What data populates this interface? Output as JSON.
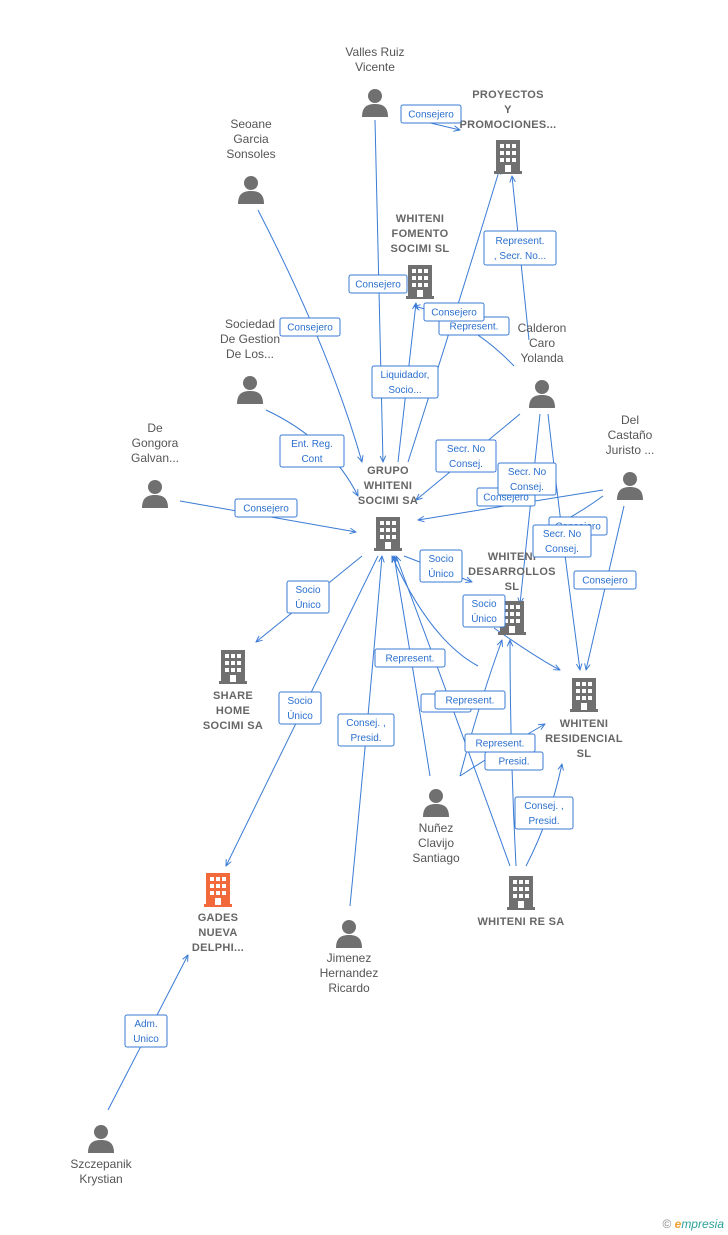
{
  "colors": {
    "edge": "#3a7bd5",
    "node": "#707070",
    "highlight": "#f26a3c"
  },
  "people": [
    {
      "id": "valles",
      "lines": [
        "Valles Ruiz",
        "Vicente"
      ]
    },
    {
      "id": "seoane",
      "lines": [
        "Seoane",
        "Garcia",
        "Sonsoles"
      ]
    },
    {
      "id": "sociedad",
      "lines": [
        "Sociedad",
        "De Gestion",
        "De Los..."
      ]
    },
    {
      "id": "degongora",
      "lines": [
        "De",
        "Gongora",
        "Galvan..."
      ]
    },
    {
      "id": "calderon",
      "lines": [
        "Calderon",
        "Caro",
        "Yolanda"
      ]
    },
    {
      "id": "delcastano",
      "lines": [
        "Del",
        "Castaño",
        "Juristo ..."
      ]
    },
    {
      "id": "nunez",
      "lines": [
        "Nuñez",
        "Clavijo",
        "Santiago"
      ]
    },
    {
      "id": "jimenez",
      "lines": [
        "Jimenez",
        "Hernandez",
        "Ricardo"
      ]
    },
    {
      "id": "szczepanik",
      "lines": [
        "Szczepanik",
        "Krystian"
      ]
    }
  ],
  "companies": [
    {
      "id": "proyectos",
      "lines": [
        "PROYECTOS",
        "Y",
        "PROMOCIONES..."
      ],
      "highlight": false
    },
    {
      "id": "fomento",
      "lines": [
        "WHITENI",
        "FOMENTO",
        "SOCIMI  SL"
      ],
      "highlight": false
    },
    {
      "id": "grupo",
      "lines": [
        "GRUPO",
        "WHITENI",
        "SOCIMI SA"
      ],
      "highlight": false
    },
    {
      "id": "desarrollos",
      "lines": [
        "WHITENI",
        "DESARROLLOS",
        "SL"
      ],
      "highlight": false
    },
    {
      "id": "sharehome",
      "lines": [
        "SHARE",
        "HOME",
        "SOCIMI SA"
      ],
      "highlight": false
    },
    {
      "id": "residencial",
      "lines": [
        "WHITENI",
        "RESIDENCIAL",
        "SL"
      ],
      "highlight": false
    },
    {
      "id": "gades",
      "lines": [
        "GADES",
        "NUEVA",
        "DELPHI..."
      ],
      "highlight": true
    },
    {
      "id": "whitenire",
      "lines": [
        "WHITENI RE SA"
      ],
      "highlight": false
    }
  ],
  "edge_labels": [
    [
      "Consejero"
    ],
    [
      "Consejero"
    ],
    [
      "Represent.",
      ", Secr. No..."
    ],
    [
      "Consejero"
    ],
    [
      "Consejero"
    ],
    [
      "Represent."
    ],
    [
      "Liquidador,",
      "Socio..."
    ],
    [
      "Ent.  Reg.",
      "Cont"
    ],
    [
      "Secr.  No",
      "Consej."
    ],
    [
      "Consejero"
    ],
    [
      "Consejero"
    ],
    [
      "Secr.  No",
      "Consej."
    ],
    [
      "Consejero"
    ],
    [
      "Secr.  No",
      "Consej."
    ],
    [
      "Consejero"
    ],
    [
      "Socio",
      "Único"
    ],
    [
      "Socio",
      "Único"
    ],
    [
      "Socio",
      "Único"
    ],
    [
      "Represent."
    ],
    [
      "Socio",
      "Único"
    ],
    [
      "Consej. ,",
      "Presid."
    ],
    [
      "Co..."
    ],
    [
      "Represent."
    ],
    [
      "Represent."
    ],
    [
      "Presid."
    ],
    [
      "Consej. ,",
      "Presid."
    ],
    [
      "Adm.",
      "Unico"
    ]
  ],
  "footer": {
    "copyright": "©",
    "brand_e": "e",
    "brand_rest": "mpresia"
  }
}
